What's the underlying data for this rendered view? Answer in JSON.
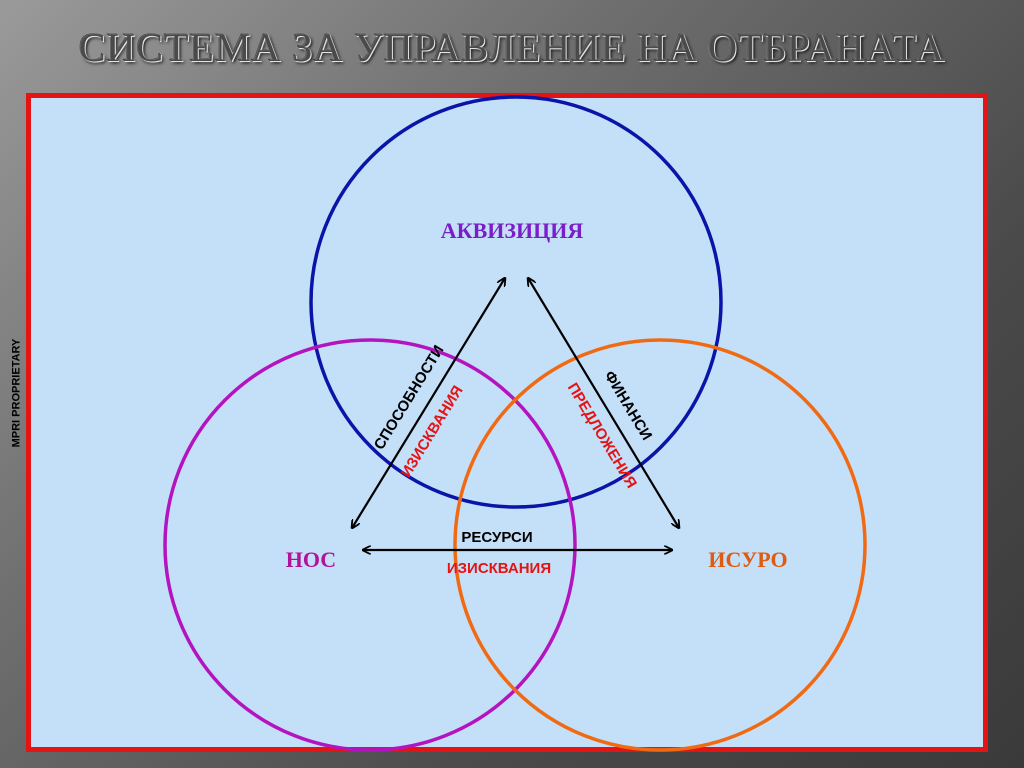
{
  "slide": {
    "title": "СИСТЕМА ЗА УПРАВЛЕНИЕ НА ОТБРАНАТА",
    "side_label": "MPRI PROPRIETARY"
  },
  "diagram": {
    "nodes": {
      "top": {
        "label": "АКВИЗИЦИЯ",
        "color": "#7a1ec8",
        "circle_color": "#0a14a8"
      },
      "left": {
        "label": "НОС",
        "color": "#b0129a",
        "circle_color": "#b414c0"
      },
      "right": {
        "label": "ИСУРО",
        "color": "#e05a10",
        "circle_color": "#f06a14"
      }
    },
    "edges": {
      "left_top": {
        "label_black": "СПОСОБНОСТИ",
        "label_red": "ИЗИСКВАНИЯ"
      },
      "top_right": {
        "label_black": "ФИНАНСИ",
        "label_red": "ПРЕДЛОЖЕНИЯ"
      },
      "left_right": {
        "label_black": "РЕСУРСИ",
        "label_red": "ИЗИСКВАНИЯ"
      }
    },
    "colors": {
      "panel_fill": "#c4dff8",
      "panel_border": "#e41414",
      "text_red": "#e41414",
      "arrow": "#000000"
    }
  }
}
